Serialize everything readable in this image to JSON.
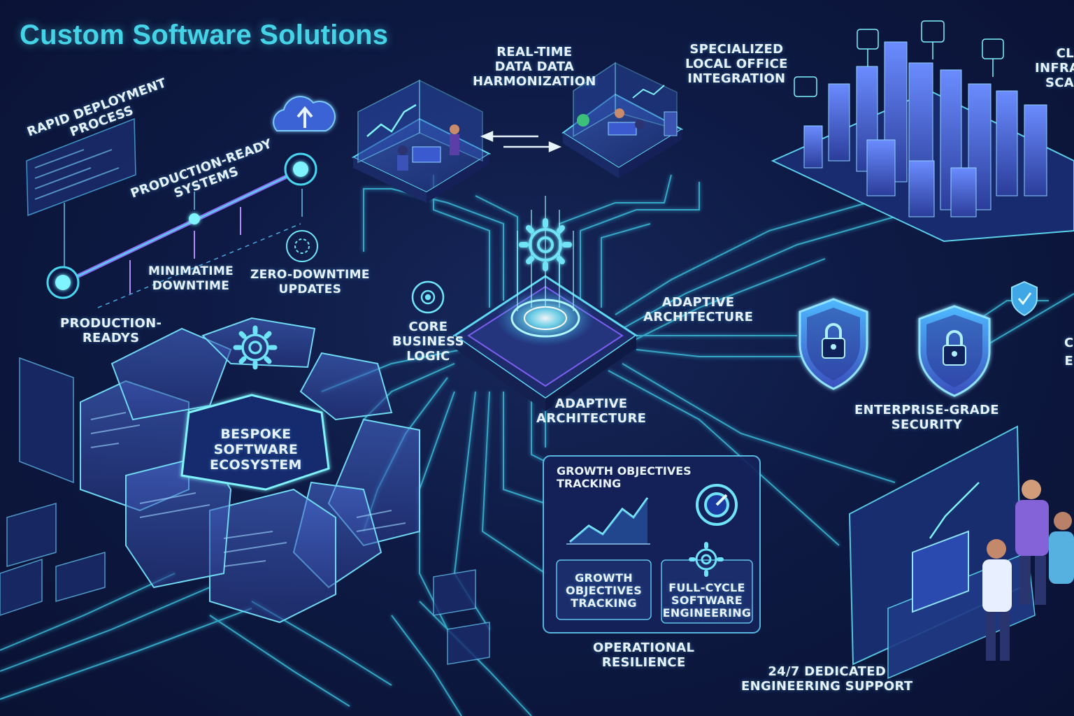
{
  "title": "Custom Software Solutions",
  "labels": {
    "rapid_deployment": [
      "RAPID DEPLOYMENT",
      "PROCESS"
    ],
    "production_ready_systems": [
      "PRODUCTION-READY",
      "SYSTEMS"
    ],
    "minimatime_downtime": [
      "MINIMATIME",
      "DOWNTIME"
    ],
    "zero_downtime": [
      "ZERO-DOWNTIME",
      "UPDATES"
    ],
    "production_readys": [
      "PRODUCTION-",
      "READYS"
    ],
    "realtime_data": [
      "REAL-TIME",
      "DATA DATA",
      "HARMONIZATION"
    ],
    "local_office": [
      "SPECIALIZED",
      "LOCAL OFFICE",
      "INTEGRATION"
    ],
    "cloud_infra": [
      "CL",
      "INFRA",
      "SCA"
    ],
    "core_logic": [
      "CORE",
      "BUSINESS",
      "LOGIC"
    ],
    "adaptive_right": [
      "ADAPTIVE",
      "ARCHITECTURE"
    ],
    "adaptive_bottom": [
      "ADAPTIVE",
      "ARCHITECTURE"
    ],
    "ecosystem": [
      "BESPOKE",
      "SOFTWARE",
      "ECOSYSTEM"
    ],
    "security": [
      "ENTERPRISE-GRADE",
      "SECURITY"
    ],
    "right_edge": [
      "C",
      "E"
    ],
    "growth_panel_title": [
      "GROWTH OBJECTIVES",
      "TRACKING"
    ],
    "growth_box": [
      "GROWTH",
      "OBJECTIVES",
      "TRACKING"
    ],
    "full_cycle": [
      "FULL-CYCLE",
      "SOFTWARE",
      "ENGINEERING"
    ],
    "operational": [
      "OPERATIONAL",
      "RESILIENCE"
    ],
    "support": [
      "24/7 DEDICATED",
      "ENGINEERING SUPPORT"
    ]
  },
  "icons": {
    "cloud": "cloud-upload-icon",
    "gear": "gear-icon",
    "lock": "padlock-icon",
    "shield_check": "shield-check-icon",
    "gauge": "gauge-icon"
  },
  "colors": {
    "background": "#0e1a44",
    "title": "#45d3e8",
    "circuit": "#3fc9e6",
    "accent_purple": "#8c6cf0",
    "glow": "#7ff3ff"
  }
}
